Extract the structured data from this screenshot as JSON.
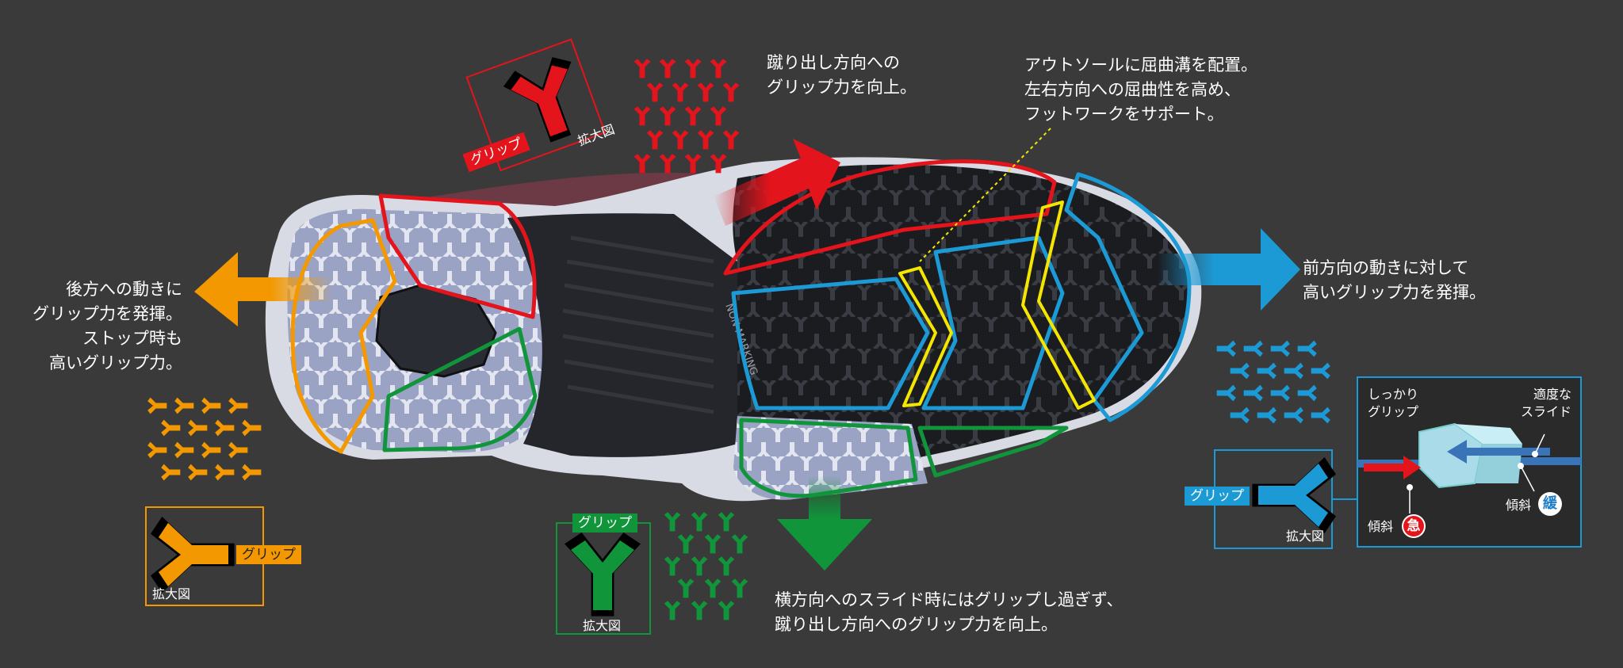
{
  "colors": {
    "background": "#3a3a3a",
    "red": "#e3141b",
    "blue": "#1c9ad6",
    "green": "#10953a",
    "orange": "#f39800",
    "yellow": "#f4e600",
    "sole_dark": "#1b1c20",
    "sole_light": "#c9cee0",
    "panel_bg": "#2a2a2a"
  },
  "callouts": {
    "red_text": [
      "蹴り出し方向への",
      "グリップ力を向上。"
    ],
    "flex_text": [
      "アウトソールに屈曲溝を配置。",
      "左右方向への屈曲性を高め、",
      "フットワークをサポート。"
    ],
    "orange_text": [
      "後方への動きに",
      "グリップ力を発揮。",
      "ストップ時も",
      "高いグリップ力。"
    ],
    "blue_text": [
      "前方向の動きに対して",
      "高いグリップ力を発揮。"
    ],
    "green_text": [
      "横方向へのスライド時にはグリップし過ぎず、",
      "蹴り出し方向へのグリップ力を向上。"
    ]
  },
  "zoom_boxes": {
    "red": {
      "grip_tag": "グリップ",
      "zoom_label": "拡大図"
    },
    "orange": {
      "grip_tag": "グリップ",
      "zoom_label": "拡大図"
    },
    "green": {
      "grip_tag": "グリップ",
      "zoom_label": "拡大図"
    },
    "blue": {
      "grip_tag": "グリップ",
      "zoom_label": "拡大図"
    }
  },
  "slope_panel": {
    "firm_grip": [
      "しっかり",
      "グリップ"
    ],
    "moderate_slide": [
      "適度な",
      "スライド"
    ],
    "steep_label": "傾斜",
    "steep_badge": "急",
    "gentle_label": "傾斜",
    "gentle_badge": "緩"
  },
  "sole_marking": "NON MARKING",
  "icons": [
    "arrow-red",
    "arrow-blue",
    "arrow-orange",
    "arrow-green",
    "y-tread-icon"
  ]
}
